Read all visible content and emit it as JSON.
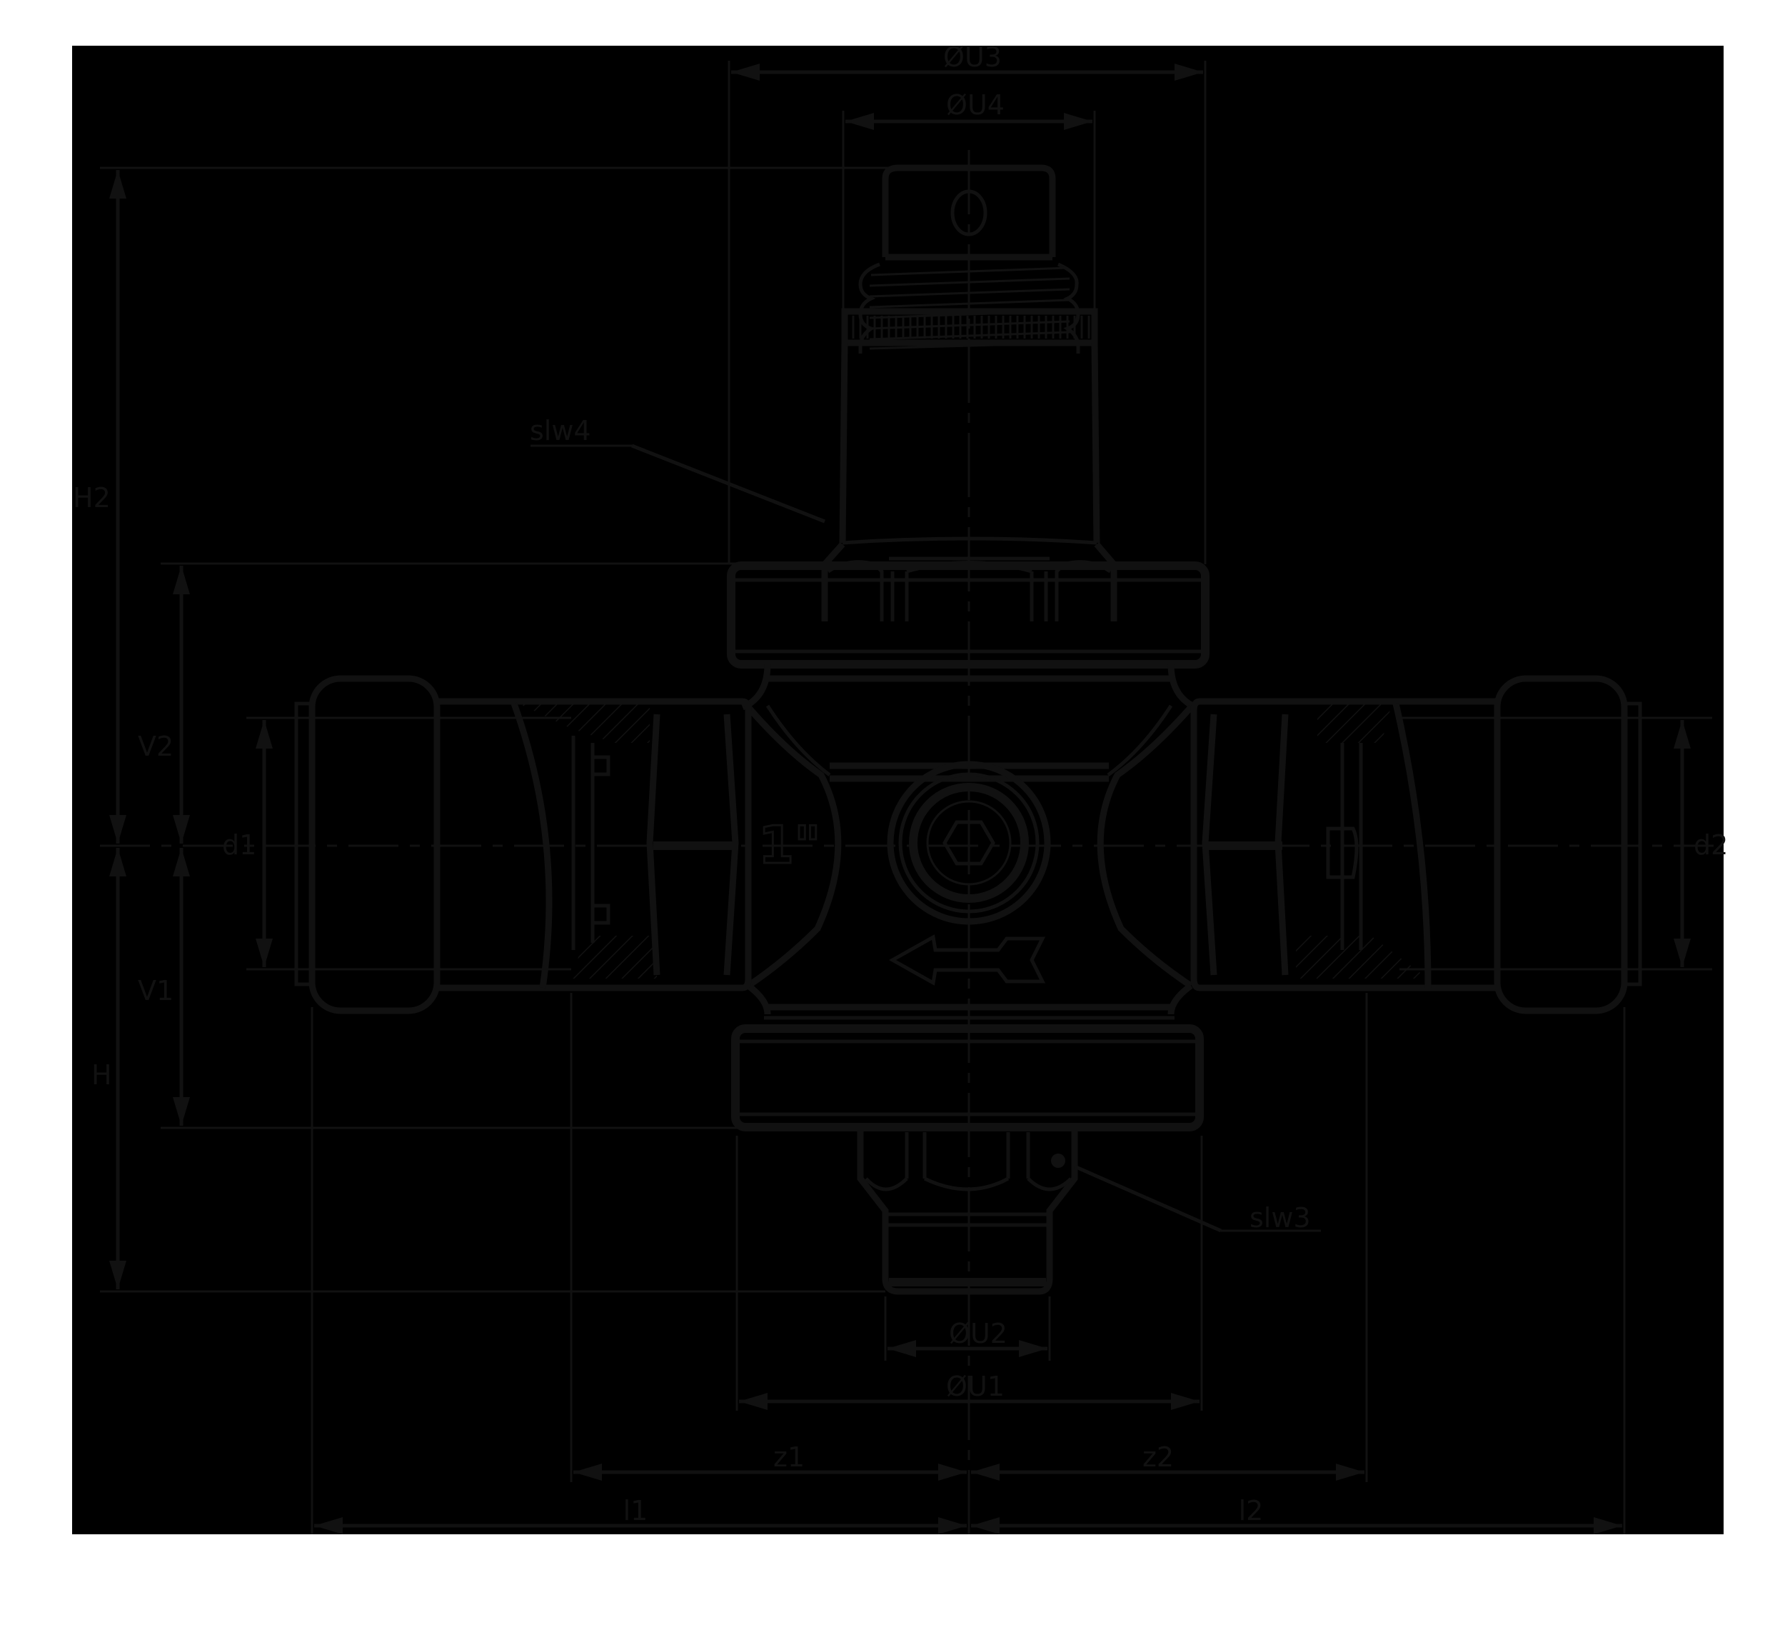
{
  "drawing": {
    "title": "Pressure reducing valve with union connections - dimension drawing",
    "background_color": "#000000",
    "line_color": "#111111",
    "page_color": "#ffffff",
    "marking": "1\"",
    "flow_direction": "right-to-left"
  },
  "dimensions": {
    "top": [
      {
        "id": "U3",
        "label": "ØU3"
      },
      {
        "id": "U4",
        "label": "ØU4"
      }
    ],
    "left": [
      {
        "id": "H2",
        "label": "H2"
      },
      {
        "id": "V2",
        "label": "V2"
      },
      {
        "id": "d1",
        "label": "d1"
      },
      {
        "id": "V1",
        "label": "V1"
      },
      {
        "id": "H",
        "label": "H"
      }
    ],
    "right": [
      {
        "id": "d2",
        "label": "d2"
      }
    ],
    "bottom": [
      {
        "id": "U2",
        "label": "ØU2"
      },
      {
        "id": "U1",
        "label": "ØU1"
      },
      {
        "id": "z1",
        "label": "z1"
      },
      {
        "id": "z2",
        "label": "z2"
      },
      {
        "id": "l1",
        "label": "l1"
      },
      {
        "id": "l2",
        "label": "l2"
      }
    ]
  },
  "callouts": [
    {
      "id": "slw4",
      "label": "slw4"
    },
    {
      "id": "slw3",
      "label": "slw3"
    }
  ]
}
